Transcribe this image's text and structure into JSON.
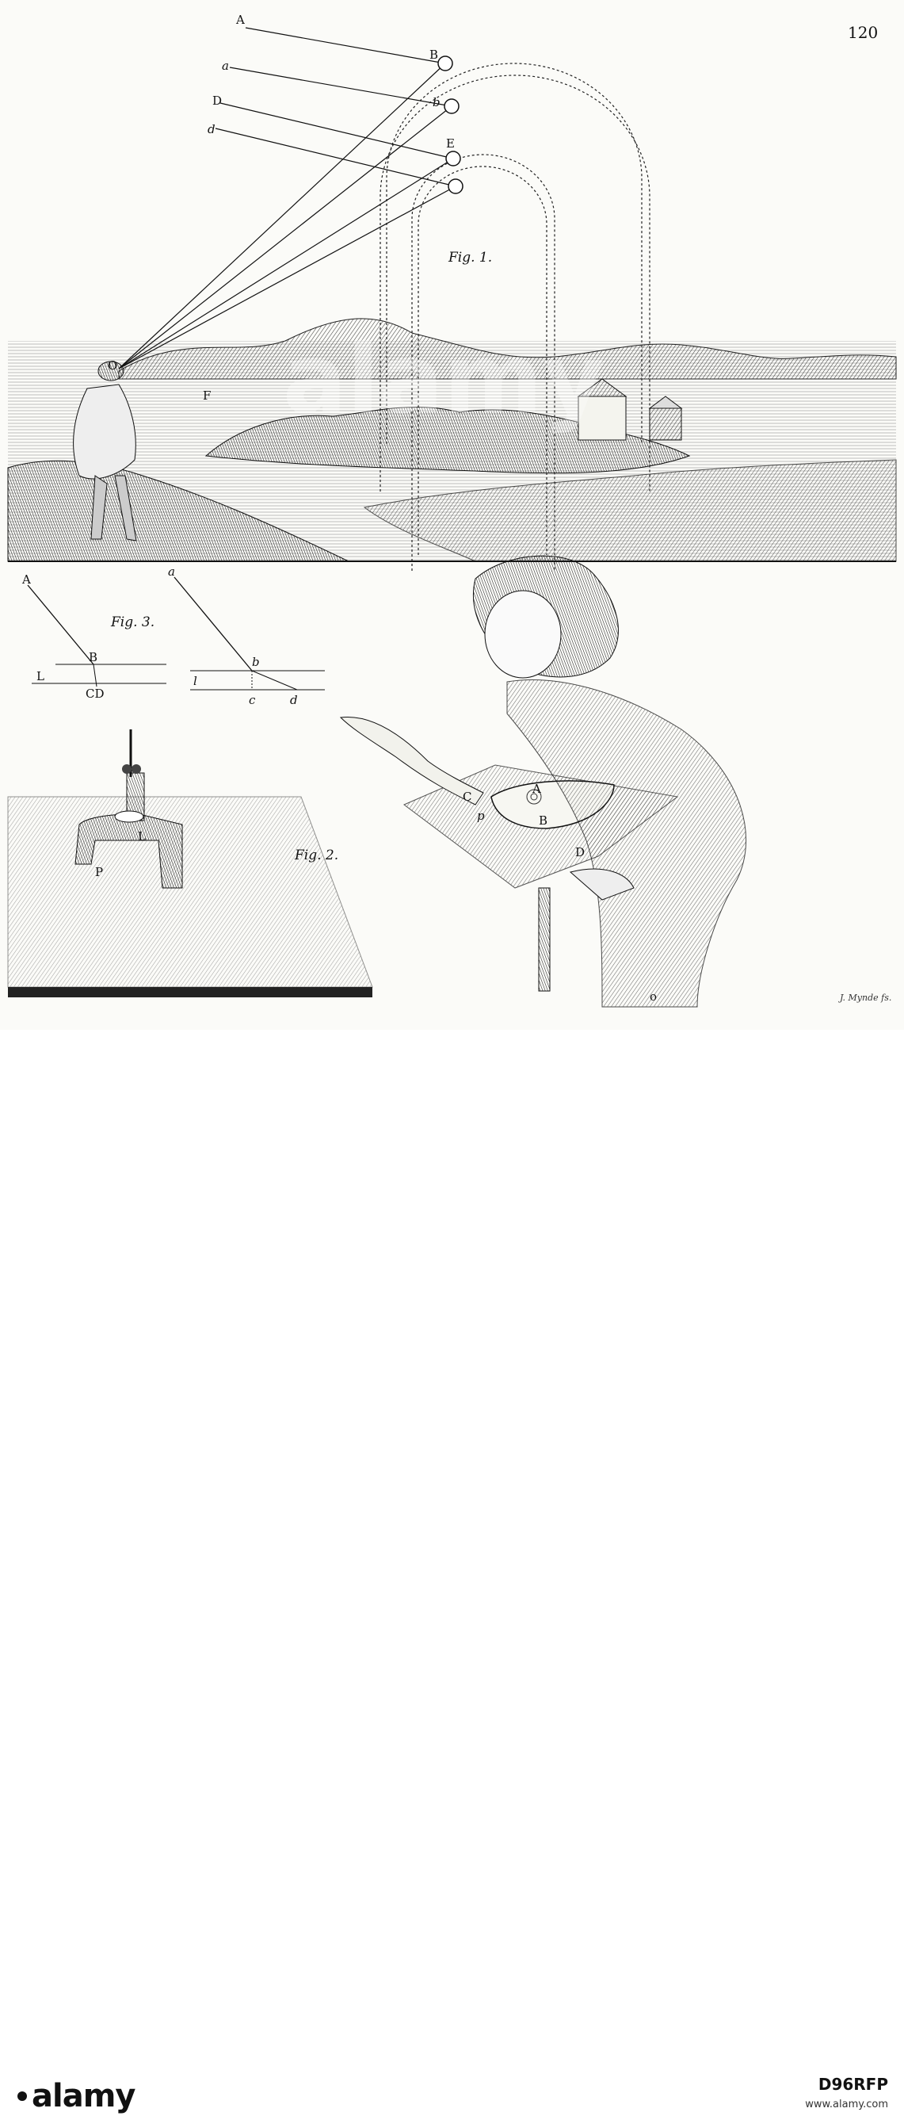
{
  "plate": {
    "page_number": "120",
    "signature": "J. Mynde fs.",
    "fig1": {
      "caption": "Fig. 1.",
      "labels": {
        "A": "A",
        "a": "a",
        "D": "D",
        "d": "d",
        "B": "B",
        "b": "b",
        "E": "E",
        "O": "O",
        "F": "F"
      }
    },
    "fig3": {
      "caption": "Fig. 3.",
      "left": {
        "A": "A",
        "B": "B",
        "L": "L",
        "CD": "CD"
      },
      "right": {
        "a": "a",
        "b": "b",
        "l": "l",
        "c": "c",
        "d": "d"
      }
    },
    "fig2": {
      "caption": "Fig. 2.",
      "labels": {
        "A": "A",
        "B": "B",
        "C": "C",
        "D": "D",
        "p": "p",
        "L": "L",
        "P": "P",
        "o": "o"
      }
    }
  },
  "watermark": "alamy",
  "footer": {
    "logo": "alamy",
    "image_id": "D96RFP",
    "url": "www.alamy.com"
  }
}
